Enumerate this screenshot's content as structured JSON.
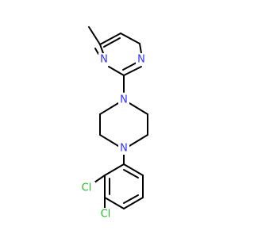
{
  "molecule": {
    "atoms": {
      "n_top": {
        "label": "N",
        "color": "#3333ff"
      },
      "n_left": {
        "label": "N",
        "color": "#3333ff"
      },
      "n_pip_top": {
        "label": "N",
        "color": "#3333ff"
      },
      "n_pip_bottom": {
        "label": "N",
        "color": "#3333ff"
      },
      "cl_top": {
        "label": "Cl",
        "color": "#20c020"
      },
      "cl_bottom": {
        "label": "Cl",
        "color": "#20c020"
      }
    },
    "colors": {
      "bond": "#000000",
      "nitrogen": "#3333ff",
      "chlorine": "#20c020",
      "background": "#ffffff"
    }
  }
}
